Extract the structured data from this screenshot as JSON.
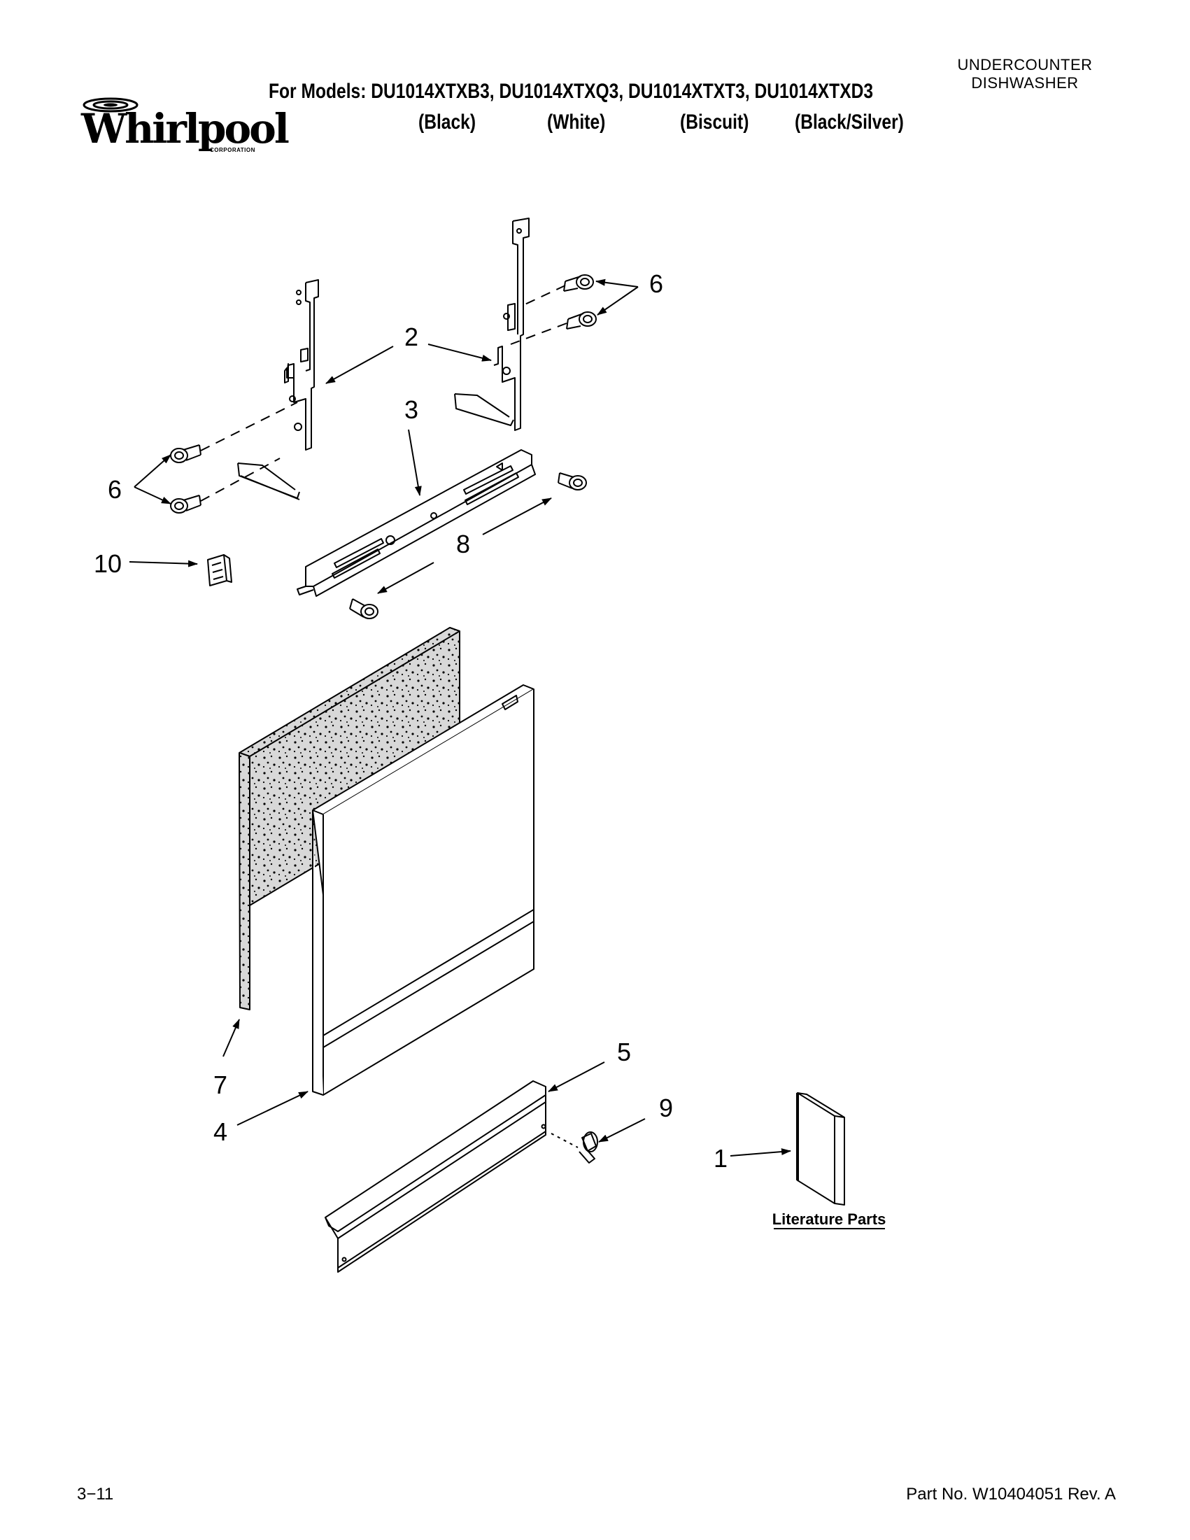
{
  "header": {
    "brand": "Whirlpool",
    "brand_sub": "CORPORATION",
    "models_line": "For Models: DU1014XTXB3, DU1014XTXQ3, DU1014XTXT3, DU1014XTXD3",
    "variants": [
      "(Black)",
      "(White)",
      "(Biscuit)",
      "(Black/Silver)"
    ],
    "product_type": [
      "UNDERCOUNTER",
      "DISHWASHER"
    ]
  },
  "diagram": {
    "callouts": [
      "1",
      "2",
      "3",
      "4",
      "5",
      "6",
      "6",
      "7",
      "8",
      "9",
      "10"
    ],
    "literature_label": "Literature Parts"
  },
  "footer": {
    "page_number": "3−11",
    "part_number": "Part No. W10404051 Rev. A"
  }
}
